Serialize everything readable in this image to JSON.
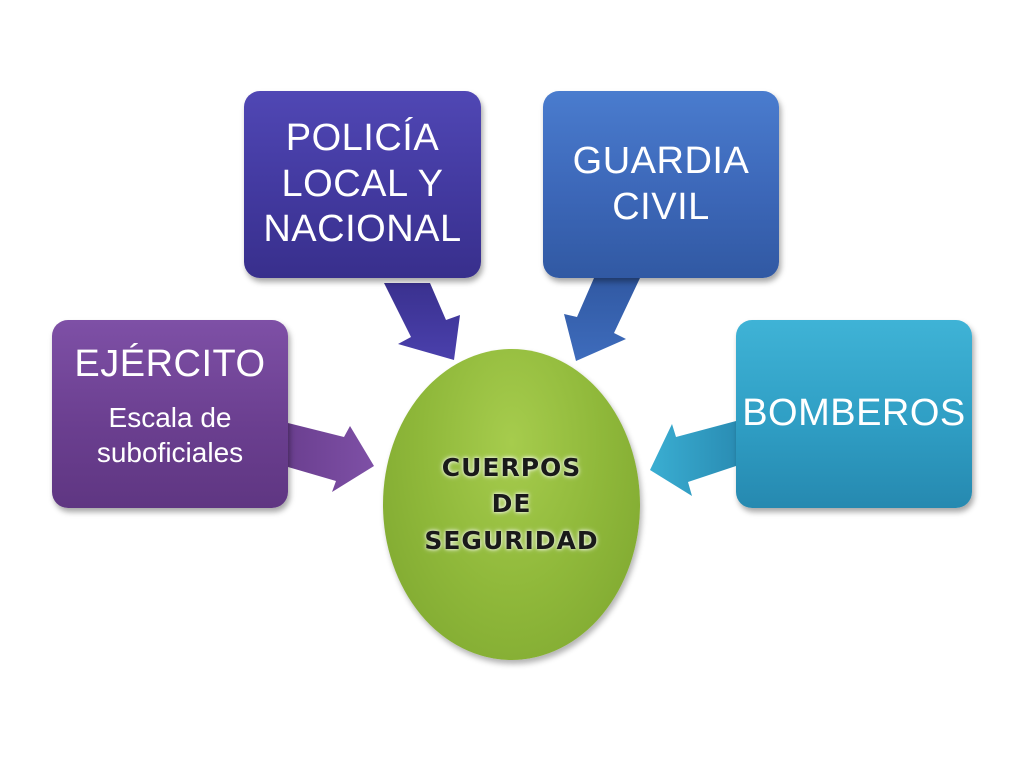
{
  "center": {
    "label": "CUERPOS\nDE\nSEGURIDAD",
    "color": "#8fb83a"
  },
  "nodes": [
    {
      "id": "ejercito",
      "title": "EJÉRCITO",
      "subtitle": "Escala de\nsuboficiales",
      "color": "#6b3f90"
    },
    {
      "id": "policia",
      "title": "POLICÍA\nLOCAL Y\nNACIONAL",
      "color": "#42399f"
    },
    {
      "id": "guardia",
      "title": "GUARDIA\nCIVIL",
      "color": "#3c67b8"
    },
    {
      "id": "bomberos",
      "title": "BOMBEROS",
      "color": "#2f9ec4"
    }
  ]
}
